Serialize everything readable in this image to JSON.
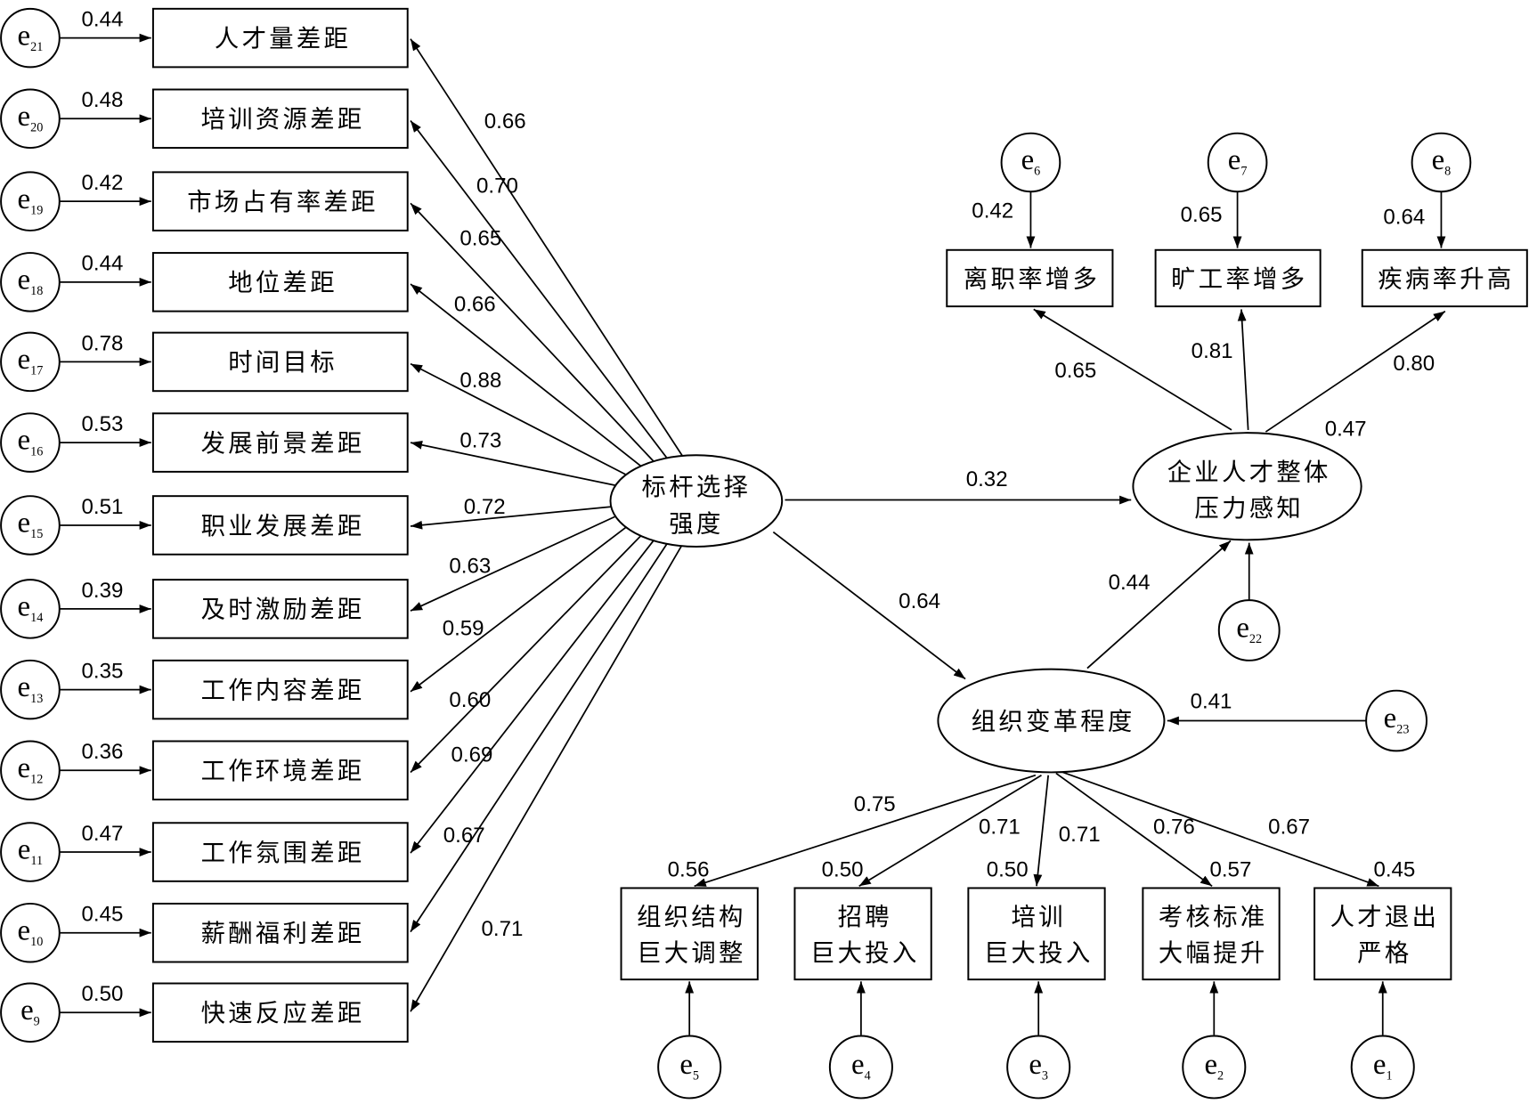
{
  "exogenous_latent": {
    "lines": [
      "标杆选择",
      "强度"
    ]
  },
  "outcome_latent": {
    "lines": [
      "企业人才整体",
      "压力感知"
    ],
    "r_squared": "0.47",
    "error": {
      "letter": "e",
      "index": "22"
    }
  },
  "mediator_latent": {
    "label": "组织变革程度",
    "error_weight": "0.41",
    "error": {
      "letter": "e",
      "index": "23"
    }
  },
  "structural_paths": {
    "benchmark_to_pressure": "0.32",
    "benchmark_to_change": "0.64",
    "change_to_pressure": "0.44"
  },
  "benchmark_indicators": [
    {
      "label": "人才量差距",
      "loading": "0.66",
      "r_squared": "0.44",
      "error": {
        "letter": "e",
        "index": "21"
      }
    },
    {
      "label": "培训资源差距",
      "loading": "0.70",
      "r_squared": "0.48",
      "error": {
        "letter": "e",
        "index": "20"
      }
    },
    {
      "label": "市场占有率差距",
      "loading": "0.65",
      "r_squared": "0.42",
      "error": {
        "letter": "e",
        "index": "19"
      }
    },
    {
      "label": "地位差距",
      "loading": "0.66",
      "r_squared": "0.44",
      "error": {
        "letter": "e",
        "index": "18"
      }
    },
    {
      "label": "时间目标",
      "loading": "0.88",
      "r_squared": "0.78",
      "error": {
        "letter": "e",
        "index": "17"
      }
    },
    {
      "label": "发展前景差距",
      "loading": "0.73",
      "r_squared": "0.53",
      "error": {
        "letter": "e",
        "index": "16"
      }
    },
    {
      "label": "职业发展差距",
      "loading": "0.72",
      "r_squared": "0.51",
      "error": {
        "letter": "e",
        "index": "15"
      }
    },
    {
      "label": "及时激励差距",
      "loading": "0.63",
      "r_squared": "0.39",
      "error": {
        "letter": "e",
        "index": "14"
      }
    },
    {
      "label": "工作内容差距",
      "loading": "0.59",
      "r_squared": "0.35",
      "error": {
        "letter": "e",
        "index": "13"
      }
    },
    {
      "label": "工作环境差距",
      "loading": "0.60",
      "r_squared": "0.36",
      "error": {
        "letter": "e",
        "index": "12"
      }
    },
    {
      "label": "工作氛围差距",
      "loading": "0.69",
      "r_squared": "0.47",
      "error": {
        "letter": "e",
        "index": "11"
      }
    },
    {
      "label": "薪酬福利差距",
      "loading": "0.67",
      "r_squared": "0.45",
      "error": {
        "letter": "e",
        "index": "10"
      }
    },
    {
      "label": "快速反应差距",
      "loading": "0.71",
      "r_squared": "0.50",
      "error": {
        "letter": "e",
        "index": "9"
      }
    }
  ],
  "pressure_indicators": [
    {
      "label": "离职率增多",
      "loading": "0.65",
      "r_squared": "0.42",
      "error": {
        "letter": "e",
        "index": "6"
      }
    },
    {
      "label": "旷工率增多",
      "loading": "0.81",
      "r_squared": "0.65",
      "error": {
        "letter": "e",
        "index": "7"
      }
    },
    {
      "label": "疾病率升高",
      "loading": "0.80",
      "r_squared": "0.64",
      "error": {
        "letter": "e",
        "index": "8"
      }
    }
  ],
  "change_indicators": [
    {
      "lines": [
        "组织结构",
        "巨大调整"
      ],
      "loading": "0.75",
      "r_squared": "0.56",
      "error": {
        "letter": "e",
        "index": "5"
      }
    },
    {
      "lines": [
        "招聘",
        "巨大投入"
      ],
      "loading": "0.71",
      "r_squared": "0.50",
      "error": {
        "letter": "e",
        "index": "4"
      }
    },
    {
      "lines": [
        "培训",
        "巨大投入"
      ],
      "loading": "0.71",
      "r_squared": "0.50",
      "error": {
        "letter": "e",
        "index": "3"
      }
    },
    {
      "lines": [
        "考核标准",
        "大幅提升"
      ],
      "loading": "0.76",
      "r_squared": "0.57",
      "error": {
        "letter": "e",
        "index": "2"
      }
    },
    {
      "lines": [
        "人才退出",
        "严格"
      ],
      "loading": "0.67",
      "r_squared": "0.45",
      "error": {
        "letter": "e",
        "index": "1"
      }
    }
  ]
}
